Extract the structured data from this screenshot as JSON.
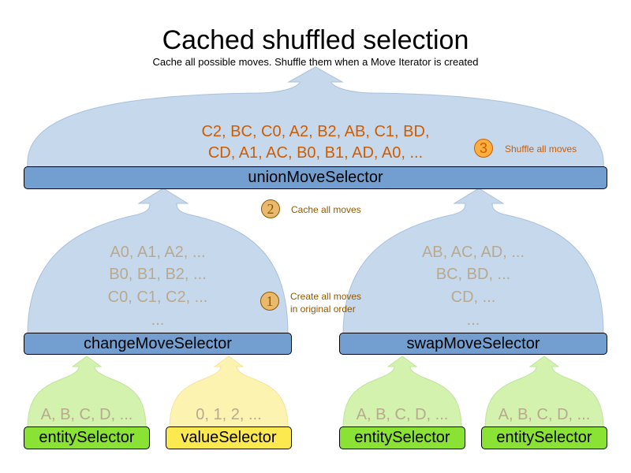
{
  "header": {
    "title": "Cached shuffled selection",
    "subtitle": "Cache all possible moves. Shuffle them when a Move Iterator is created"
  },
  "colors": {
    "union_fill": "#c6d8ec",
    "selector_bar": "#729fcf",
    "entity_fill": "#d2f2ad",
    "entity_bar": "#8ae234",
    "value_fill": "#fdf3b0",
    "value_bar": "#fce94f",
    "shuffled_text": "#ce5c00",
    "original_text": "#b8a98f",
    "annotation_brown": "#8f5902"
  },
  "union": {
    "label": "unionMoveSelector",
    "moves": [
      "C2, BC, C0, A2, B2, AB, C1, BD,",
      "CD, A1, AC, B0, B1, AD, A0, ..."
    ]
  },
  "change": {
    "label": "changeMoveSelector",
    "moves": [
      "A0, A1, A2, ...",
      "B0, B1, B2, ...",
      "C0, C1, C2, ...",
      "..."
    ]
  },
  "swap": {
    "label": "swapMoveSelector",
    "moves": [
      "AB, AC, AD, ...",
      "BC, BD, ...",
      "CD, ...",
      "..."
    ]
  },
  "leaves": [
    {
      "label": "entitySelector",
      "values": "A, B, C, D, ...",
      "kind": "entity"
    },
    {
      "label": "valueSelector",
      "values": "0, 1, 2, ...",
      "kind": "value"
    },
    {
      "label": "entitySelector",
      "values": "A, B, C, D, ...",
      "kind": "entity"
    },
    {
      "label": "entitySelector",
      "values": "A, B, C, D, ...",
      "kind": "entity"
    }
  ],
  "steps": [
    {
      "number": "1",
      "text_lines": [
        "Create all moves",
        "in original order"
      ]
    },
    {
      "number": "2",
      "text_lines": [
        "Cache all moves"
      ]
    },
    {
      "number": "3",
      "text_lines": [
        "Shuffle all moves"
      ]
    }
  ]
}
